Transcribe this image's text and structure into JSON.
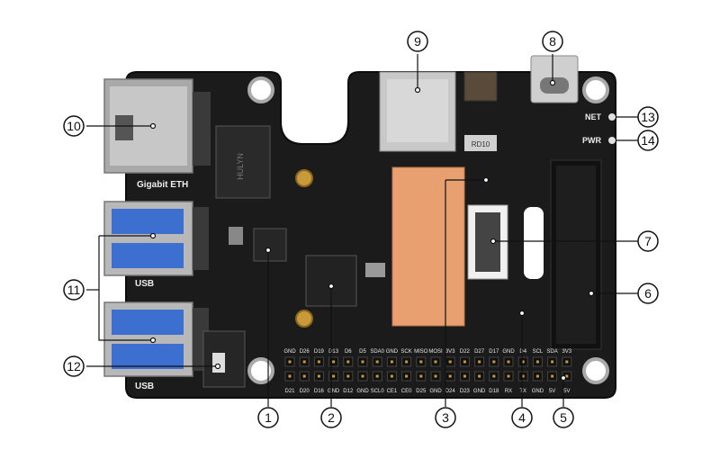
{
  "board": {
    "silk_eth": "Gigabit ETH",
    "silk_usb_top": "USB",
    "silk_usb_bottom": "USB",
    "silk_net": "NET",
    "silk_pwr": "PWR",
    "sim_text": "RD10",
    "eth_chip_text": "HULYN",
    "pin_top": [
      "GND",
      "D26",
      "D19",
      "D13",
      "D6",
      "D5",
      "SDA0",
      "GND",
      "SCK",
      "MISO",
      "MOSI",
      "3V3",
      "D22",
      "D27",
      "D17",
      "GND",
      "D4",
      "SCL",
      "SDA",
      "3V3"
    ],
    "pin_bottom": [
      "D21",
      "D20",
      "D16",
      "GND",
      "D12",
      "GND",
      "SCL0",
      "CE1",
      "CE0",
      "D25",
      "GND",
      "D24",
      "D23",
      "GND",
      "D18",
      "RX",
      "TX",
      "GND",
      "5V",
      "5V"
    ]
  },
  "callouts": [
    "1",
    "2",
    "3",
    "4",
    "5",
    "6",
    "7",
    "8",
    "9",
    "10",
    "11",
    "12",
    "13",
    "14"
  ],
  "colors": {
    "board": "#1a1a1a",
    "silk": "#e8e8e8",
    "gold": "#c89a3a",
    "copper": "#e8a070",
    "usb": "#3d6fd1"
  }
}
